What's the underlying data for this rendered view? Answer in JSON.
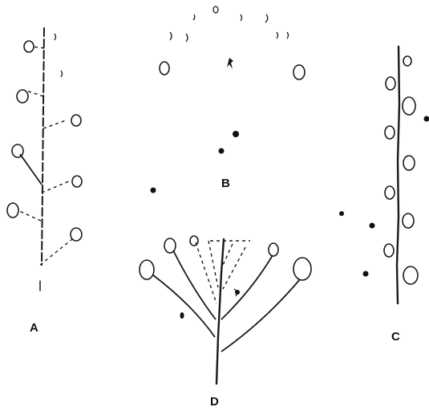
{
  "panels": {
    "A": {
      "label": "A"
    },
    "B": {
      "label": "B"
    },
    "C": {
      "label": "C"
    },
    "D": {
      "label": "D"
    }
  }
}
